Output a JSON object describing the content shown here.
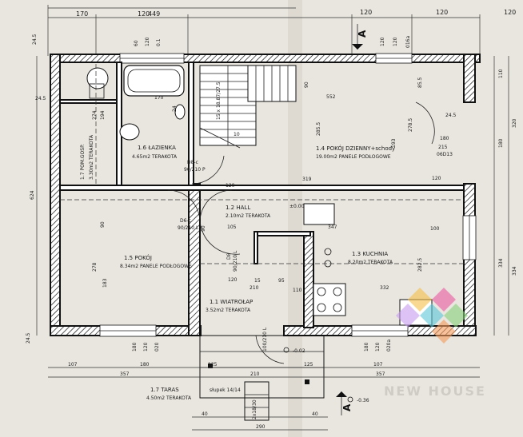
{
  "dimensions": {
    "top_total": "449",
    "top_left": "170",
    "top_mid": "120",
    "top_stack": [
      "60",
      "120",
      "0.1"
    ],
    "top_right_a": "120",
    "top_right_b": "120",
    "top_right_code": "016a",
    "left_total": "624",
    "left_top": "24.5",
    "left_bottom": "24.5",
    "right_110": "110",
    "right_320": "320",
    "right_180": "180",
    "right_334": "334",
    "right_24_5": "24.5",
    "bottom_107_left": "107",
    "bottom_180_left": "180",
    "bottom_357_left": "357",
    "bottom_210": "210",
    "bottom_107_right": "107",
    "bottom_357_right": "357",
    "bottom_40_left": "40",
    "bottom_40_right": "40",
    "bottom_290": "290",
    "bottom_125_a": "125",
    "bottom_125_b": "125"
  },
  "interior_dims": {
    "bath_width": "170",
    "bath_24": "24",
    "pom_194": "194",
    "pom_274": "274",
    "hall_90": "90",
    "living_552": "552",
    "living_285": "285.5",
    "living_193": "193",
    "living_278": "278.5",
    "living_85": "85.5",
    "living_120": "120",
    "living_180": "180",
    "living_215": "215",
    "living_code": "06D13",
    "hall_120": "120",
    "hall_319": "319",
    "hall_105": "105",
    "hall_347": "347",
    "kitchen_100": "100",
    "kitchen_282": "282.5",
    "kitchen_332": "332",
    "pokoj_90": "90",
    "pokoj_278": "278",
    "pokoj_183": "183",
    "pokoj_90b": "90",
    "pokoj_15": "15",
    "pokoj_210": "210",
    "pokoj_95": "95",
    "pokoj_120": "120",
    "wiatro_110": "110",
    "wiatro_100": "100/210 L",
    "stairs": "15 x 18.87/27.5",
    "stairs_step": "10",
    "bottom_stairs": "2x18/30",
    "level_a": "-0.02",
    "level_b": "-0.36",
    "level_hall": "±0.00",
    "step_note": "słupek 14/14",
    "win_codes": [
      "180",
      "120",
      "020a"
    ],
    "win_codes_right": [
      "180",
      "120",
      "020a"
    ],
    "win_codes_left": [
      "180",
      "120",
      "020"
    ]
  },
  "rooms": [
    {
      "num": "1.6",
      "name": "ŁAZIENKA",
      "area": "4.65m2",
      "floor": "TERAKOTA"
    },
    {
      "num": "1.7",
      "name": "POM.GOSP.",
      "area": "3.30m2",
      "floor": "TERAKOTA"
    },
    {
      "num": "1.4",
      "name": "POKÓJ DZIENNY+schody",
      "area": "19.00m2",
      "floor": "PANELE PODŁOGOWE"
    },
    {
      "num": "1.2",
      "name": "HALL",
      "area": "2.10m2",
      "floor": "TERAKOTA"
    },
    {
      "num": "1.5",
      "name": "POKÓJ",
      "area": "8.34m2",
      "floor": "PANELE PODŁOGOWE"
    },
    {
      "num": "1.3",
      "name": "KUCHNIA",
      "area": "8.20m2",
      "floor": "TERAKOTA"
    },
    {
      "num": "1.1",
      "name": "WIATROŁAP",
      "area": "3.52m2",
      "floor": "TERAKOTA"
    },
    {
      "num": "1.7",
      "name": "TARAS",
      "area": "4.50m2",
      "floor": "TERAKOTA"
    }
  ],
  "doors": {
    "bath": "D8-c",
    "bath_size": "90/210 P",
    "pokoj": "D6-c",
    "pokoj_size": "90/210 L",
    "kitchen": "D8",
    "kitchen_size": "90/210 L"
  },
  "section_marker": "A",
  "watermark": "NEW HOUSE"
}
